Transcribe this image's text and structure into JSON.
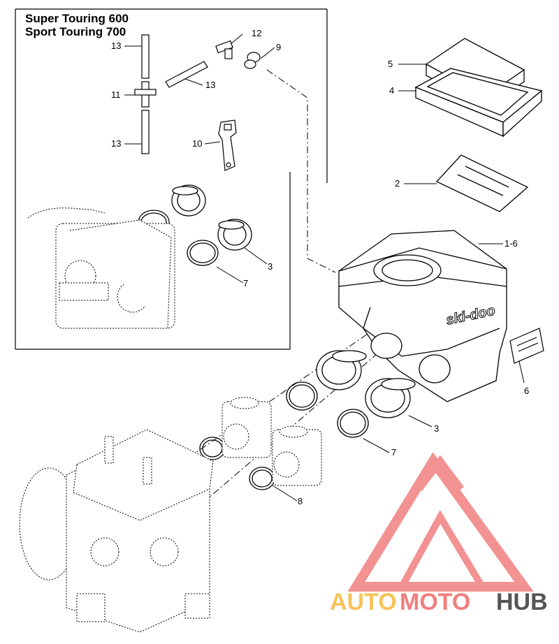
{
  "diagram": {
    "title_lines": [
      "Super Touring 600",
      "Sport Touring 700"
    ],
    "brand_decal": "ski-doo",
    "callouts": [
      {
        "id": "c13a",
        "label": "13"
      },
      {
        "id": "c12",
        "label": "12"
      },
      {
        "id": "c9",
        "label": "9"
      },
      {
        "id": "c11",
        "label": "11"
      },
      {
        "id": "c13b",
        "label": "13"
      },
      {
        "id": "c13c",
        "label": "13"
      },
      {
        "id": "c10",
        "label": "10"
      },
      {
        "id": "c3a",
        "label": "3"
      },
      {
        "id": "c7a",
        "label": "7"
      },
      {
        "id": "c5",
        "label": "5"
      },
      {
        "id": "c4",
        "label": "4"
      },
      {
        "id": "c2",
        "label": "2"
      },
      {
        "id": "c1_6",
        "label": "1-6"
      },
      {
        "id": "c6",
        "label": "6"
      },
      {
        "id": "c3b",
        "label": "3"
      },
      {
        "id": "c7b",
        "label": "7"
      },
      {
        "id": "c8",
        "label": "8"
      }
    ]
  },
  "watermark": {
    "text_parts": [
      "AUTO",
      "MOTO",
      "HUB"
    ],
    "colors": {
      "logo": "#f07f7f",
      "auto": "#f6c35a",
      "moto": "#f07f7f",
      "hub": "#555555"
    }
  }
}
